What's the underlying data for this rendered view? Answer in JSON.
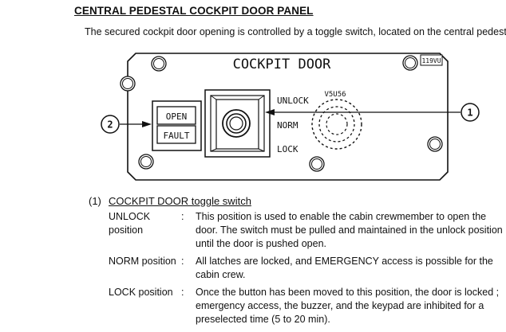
{
  "section_title": "CENTRAL PEDESTAL COCKPIT DOOR PANEL",
  "intro": "The secured cockpit door opening is controlled by a toggle switch, located on the central pedestal.",
  "panel": {
    "title": "COCKPIT DOOR",
    "ref_code": "119VU",
    "indicator_top": "OPEN",
    "indicator_bottom": "FAULT",
    "switch_positions": [
      "UNLOCK",
      "NORM",
      "LOCK"
    ],
    "speaker_code": "V5U56",
    "callout_1": "1",
    "callout_2": "2"
  },
  "item": {
    "number": "(1)",
    "title": "COCKPIT DOOR toggle switch",
    "rows": [
      {
        "label": "UNLOCK position",
        "colon": ":",
        "text": "This position is used to enable the cabin crewmember to open the door. The switch must be pulled and maintained in the unlock position until the door is pushed open."
      },
      {
        "label": "NORM position",
        "colon": ":",
        "text": "All latches are locked, and EMERGENCY access is possible for the cabin crew."
      },
      {
        "label": "LOCK position",
        "colon": ":",
        "text": "Once the button has been moved to this position, the door is locked ; emergency access, the buzzer, and the keypad are inhibited for a preselected time (5 to 20 min)."
      }
    ]
  }
}
